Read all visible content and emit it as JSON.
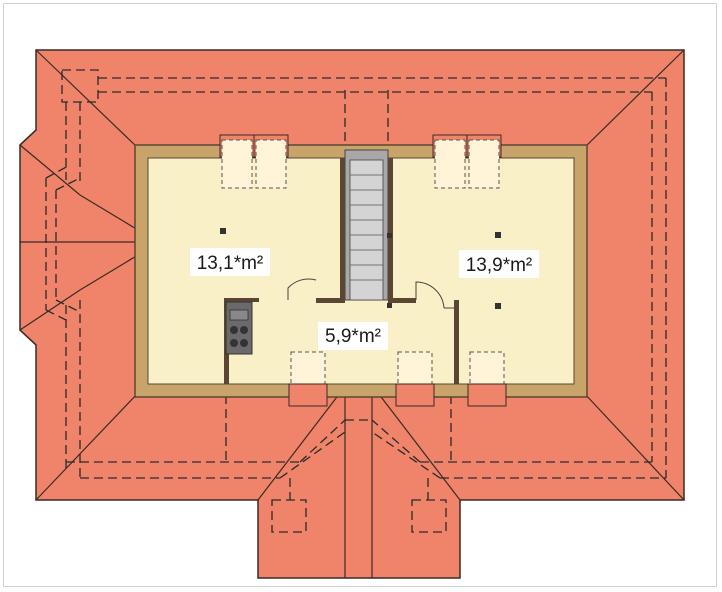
{
  "plan": {
    "rooms": [
      {
        "id": "room-left",
        "area_label": "13,1*m²"
      },
      {
        "id": "room-hall",
        "area_label": "5,9*m²"
      },
      {
        "id": "room-right",
        "area_label": "13,9*m²"
      }
    ],
    "colors": {
      "roof": "#F0846A",
      "roof_outline": "#3a2a26",
      "floor": "#FAF0C8",
      "wall": "#C8A46A",
      "stair": "#A8A8A8",
      "window": "#FFF3D8"
    }
  }
}
